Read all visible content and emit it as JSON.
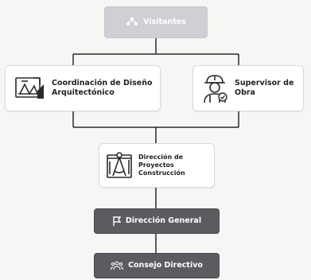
{
  "chart": {
    "nodes": {
      "top": {
        "label": "Visitantes",
        "icon": "people-network-icon"
      },
      "coord": {
        "label": "Coordinación de Diseño\nArquitectónico",
        "icon": "architect-drawing-icon"
      },
      "sup": {
        "label": "Supervisor de\nObra",
        "icon": "construction-worker-icon"
      },
      "proj": {
        "label": "Dirección de Proyectos\nConstrucción",
        "icon": "drafting-compass-icon"
      },
      "gen": {
        "label": "Dirección General",
        "icon": "flag-icon"
      },
      "board": {
        "label": "Consejo Directivo",
        "icon": "group-icon"
      }
    },
    "colors": {
      "light_node_bg": "#ffffff",
      "dark_node_bg": "#5c5c60",
      "top_node_bg": "#cfd0d6",
      "connector": "#2a2a2a"
    }
  }
}
